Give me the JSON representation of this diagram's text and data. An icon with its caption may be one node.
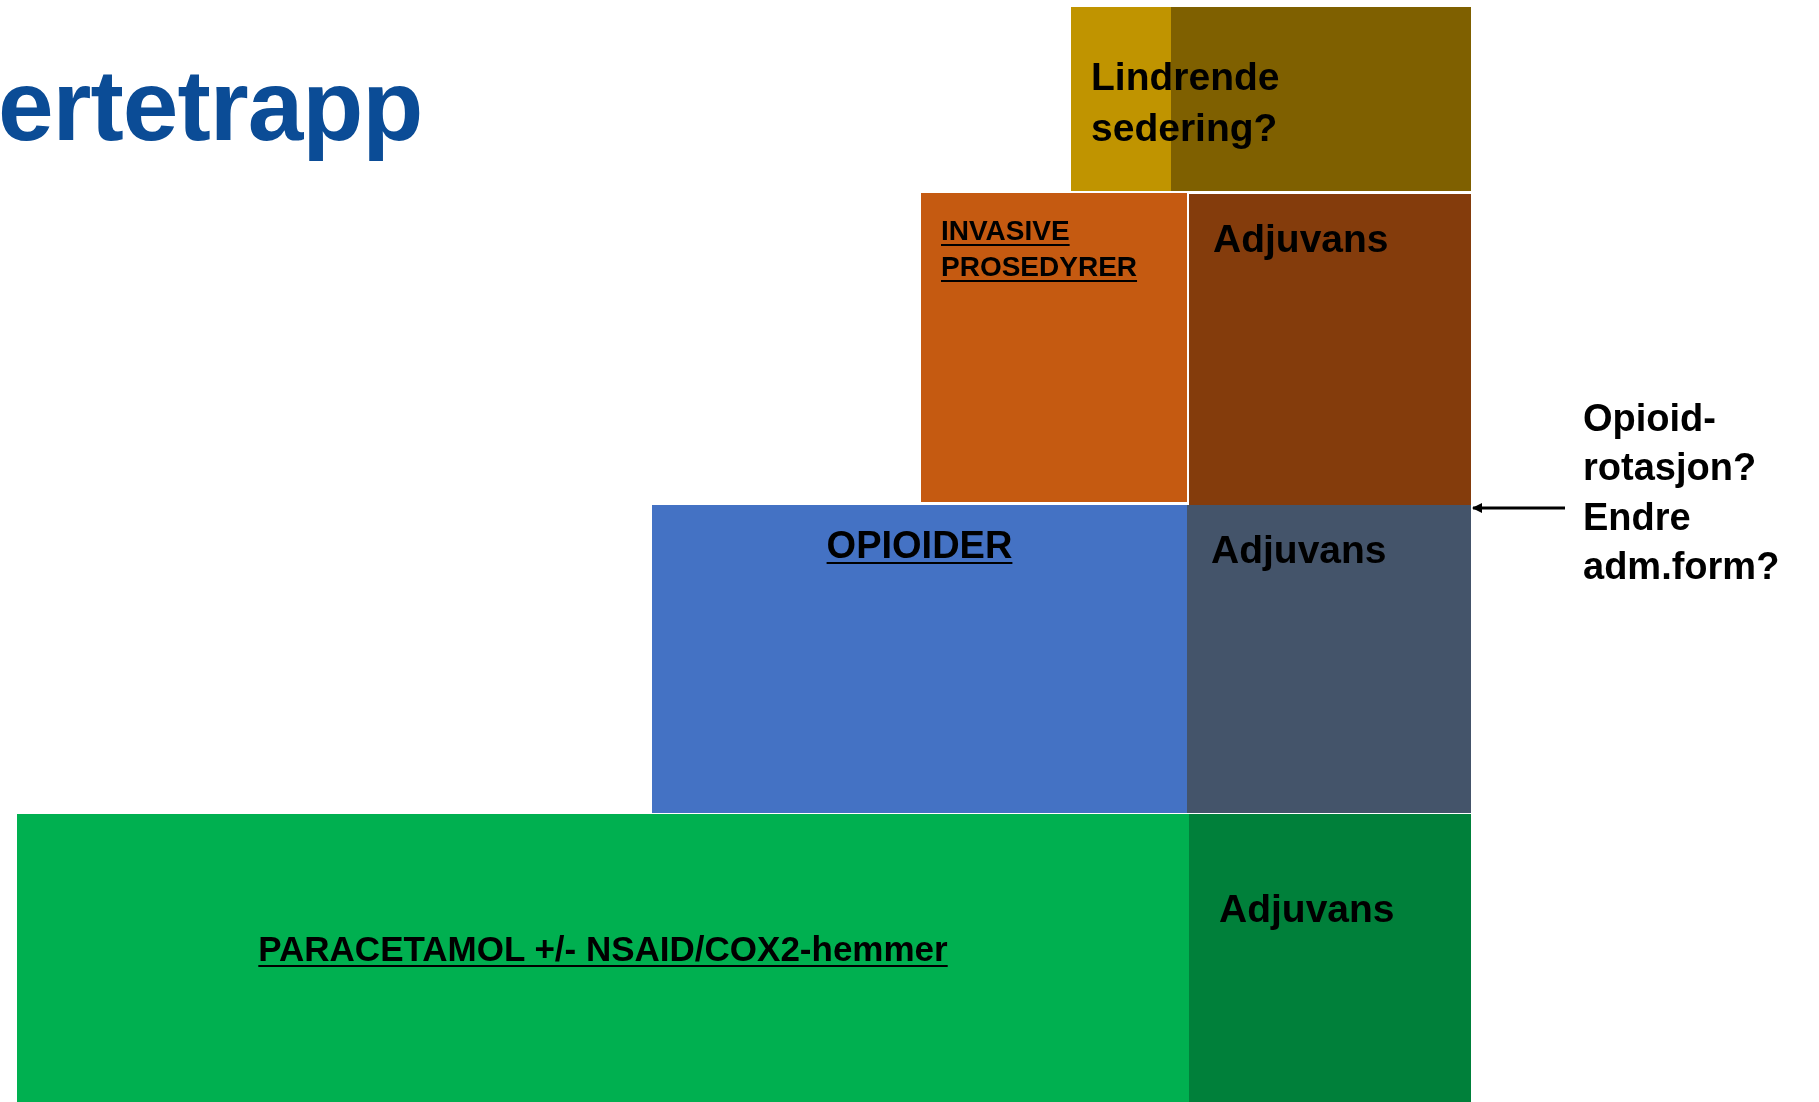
{
  "diagram": {
    "title": "ertetrapp",
    "nodes": [
      {
        "text": [
          "Lindrende sedering?"
        ]
      },
      {
        "text": [
          "INVASIVE PROSEDYRER"
        ]
      },
      {
        "text": [
          "Adjuvans"
        ]
      },
      {
        "text": [
          "OPIOIDER"
        ]
      },
      {
        "text": [
          "Adjuvans"
        ]
      },
      {
        "text": [
          "PARACETAMOL +/- NSAID/COX2-hemmer"
        ]
      },
      {
        "text": [
          "Adjuvans"
        ]
      },
      {
        "text": [
          "Opioid- rotasjon? Endre adm.form?"
        ]
      }
    ],
    "edges": [
      {
        "from": 7,
        "to": 4,
        "arrow": "to"
      }
    ]
  }
}
